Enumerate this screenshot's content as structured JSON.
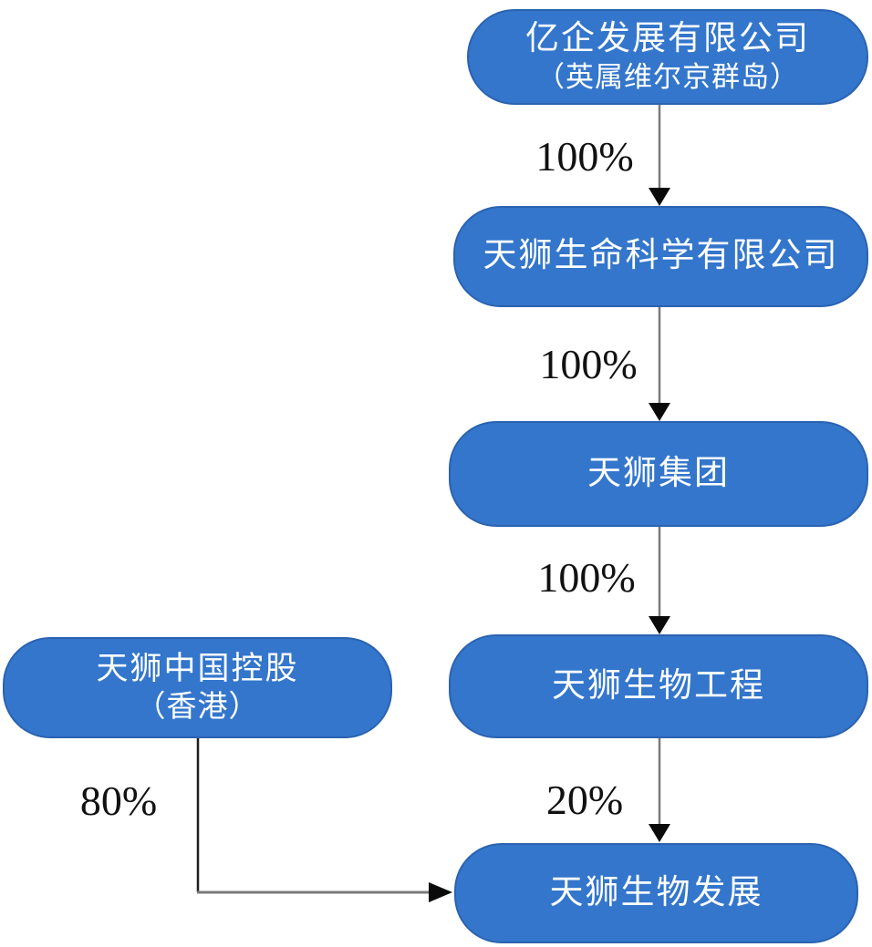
{
  "diagram": {
    "type": "org-equity-structure-flowchart",
    "colors": {
      "box_fill": "#3376CC",
      "box_border": "#2B63B0",
      "box_text": "#FFFFFF",
      "connector_gray": "#7B7B7B",
      "connector_black": "#1F1F1F",
      "arrowhead": "#0A0A0A",
      "label_text": "#111111",
      "background": "#FFFFFF"
    },
    "nodes": [
      {
        "id": "yiqi-development",
        "line1": "亿企发展有限公司",
        "line2": "（英属维尔京群岛）"
      },
      {
        "id": "tiens-life-science",
        "line1": "天狮生命科学有限公司",
        "line2": ""
      },
      {
        "id": "tiens-group",
        "line1": "天狮集团",
        "line2": ""
      },
      {
        "id": "tiens-bioengineering",
        "line1": "天狮生物工程",
        "line2": ""
      },
      {
        "id": "tiens-china-holdings",
        "line1": "天狮中国控股",
        "line2": "（香港）"
      },
      {
        "id": "tiens-biodevelopment",
        "line1": "天狮生物发展",
        "line2": ""
      }
    ],
    "edges": [
      {
        "from": "yiqi-development",
        "to": "tiens-life-science",
        "label": "100%"
      },
      {
        "from": "tiens-life-science",
        "to": "tiens-group",
        "label": "100%"
      },
      {
        "from": "tiens-group",
        "to": "tiens-bioengineering",
        "label": "100%"
      },
      {
        "from": "tiens-bioengineering",
        "to": "tiens-biodevelopment",
        "label": "20%"
      },
      {
        "from": "tiens-china-holdings",
        "to": "tiens-biodevelopment",
        "label": "80%"
      }
    ]
  }
}
